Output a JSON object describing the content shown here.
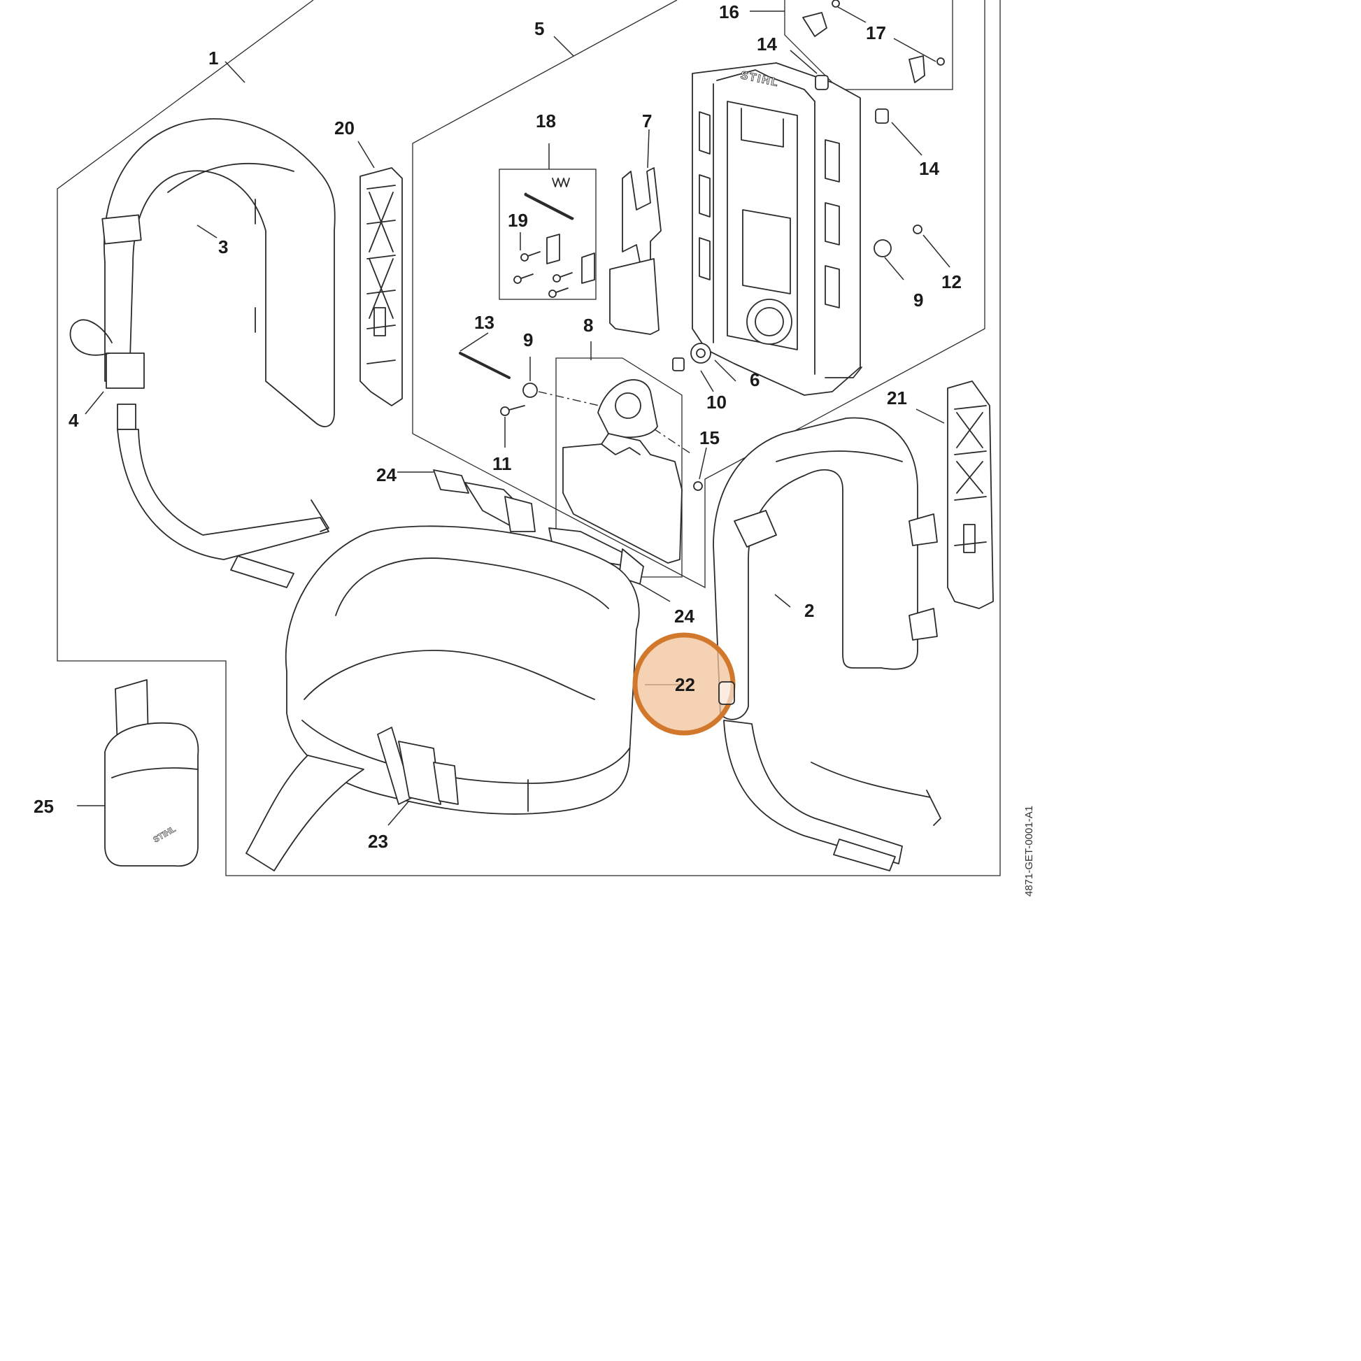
{
  "diagram": {
    "doc_code": "4871-GET-0001-A1",
    "brand_mark": "STIHL",
    "highlight_color": "#d2782d",
    "highlighted_part": "22",
    "part_labels": [
      "1",
      "2",
      "3",
      "4",
      "5",
      "6",
      "7",
      "8",
      "9",
      "9",
      "10",
      "11",
      "12",
      "13",
      "14",
      "14",
      "15",
      "16",
      "17",
      "18",
      "19",
      "20",
      "21",
      "22",
      "23",
      "24",
      "24",
      "25"
    ]
  }
}
